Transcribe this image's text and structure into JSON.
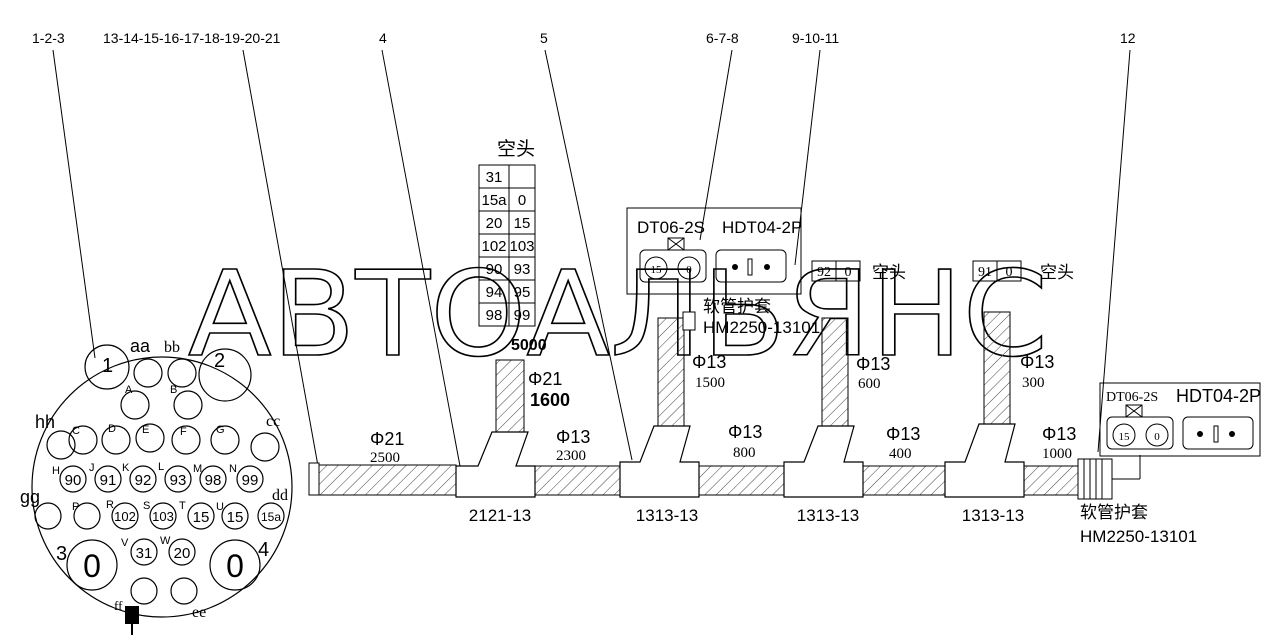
{
  "watermark": "АВТОАЛЬЯНС",
  "top_labels": [
    "1-2-3",
    "13-14-15-16-17-18-19-20-21",
    "4",
    "5",
    "6-7-8",
    "9-10-11",
    "12"
  ],
  "connector": {
    "letters": [
      "A",
      "B",
      "C",
      "D",
      "E",
      "F",
      "G",
      "H",
      "J",
      "K",
      "L",
      "M",
      "N",
      "P",
      "R",
      "S",
      "T",
      "U",
      "V",
      "W"
    ],
    "outer_labels": [
      "aa",
      "bb",
      "hh",
      "cc",
      "gg",
      "dd",
      "ee",
      "ff"
    ],
    "big_numbers": [
      "1",
      "2",
      "3",
      "4"
    ],
    "pin_values": [
      "90",
      "91",
      "92",
      "93",
      "98",
      "99",
      "102",
      "103",
      "15",
      "15",
      "15a",
      "31",
      "20",
      "0",
      "0"
    ]
  },
  "empty_block": {
    "title": "空头",
    "rows": [
      [
        "31",
        ""
      ],
      [
        "15a",
        "0"
      ],
      [
        "20",
        "15"
      ],
      [
        "102",
        "103"
      ],
      [
        "90",
        "93"
      ],
      [
        "94",
        "95"
      ],
      [
        "98",
        "99"
      ]
    ]
  },
  "connectors_top": {
    "dt_label": "DT06-2S",
    "hdt_label": "HDT04-2P",
    "pins": [
      "15",
      "0"
    ]
  },
  "empty_pairs": [
    {
      "pins": [
        "92",
        "0"
      ],
      "label": "空头"
    },
    {
      "pins": [
        "91",
        "0"
      ],
      "label": "空头"
    }
  ],
  "sleeve_top": {
    "name": "软管护套",
    "part": "HM2250-13101"
  },
  "sleeve_right": {
    "name": "软管护套",
    "part": "HM2250-13101"
  },
  "right_connectors": {
    "dt_label": "DT06-2S",
    "hdt_label": "HDT04-2P",
    "pins": [
      "15",
      "0"
    ]
  },
  "trunk_segments": [
    {
      "dia": "Φ21",
      "len": "2500"
    },
    {
      "dia": "Φ13",
      "len": "2300"
    },
    {
      "dia": "Φ13",
      "len": "800"
    },
    {
      "dia": "Φ13",
      "len": "400"
    },
    {
      "dia": "Φ13",
      "len": "1000"
    }
  ],
  "branches": [
    {
      "dia": "Φ21",
      "len": "1600",
      "top": "5000"
    },
    {
      "dia": "Φ13",
      "len": "1500"
    },
    {
      "dia": "Φ13",
      "len": "600"
    },
    {
      "dia": "Φ13",
      "len": "300"
    }
  ],
  "junctions": [
    "2121-13",
    "1313-13",
    "1313-13",
    "1313-13"
  ]
}
